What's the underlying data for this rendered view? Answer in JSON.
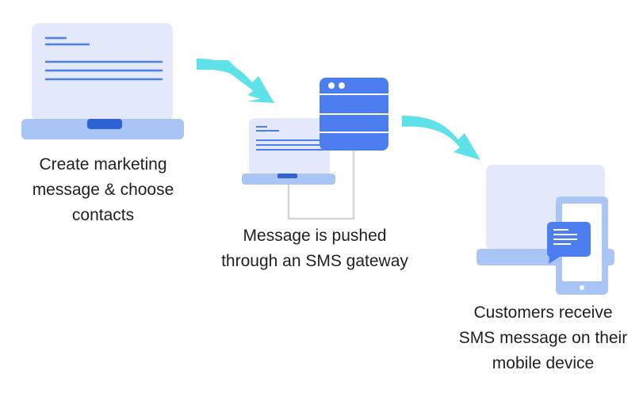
{
  "steps": [
    {
      "caption": [
        "Create marketing",
        "message & choose",
        "contacts"
      ]
    },
    {
      "caption": [
        "Message is pushed",
        "through an SMS gateway"
      ]
    },
    {
      "caption": [
        "Customers receive",
        "SMS message on their",
        "mobile device"
      ]
    }
  ],
  "colors": {
    "screen_light": "#e3e9fb",
    "screen_frame": "#a9c5f6",
    "accent_blue": "#4d7ef0",
    "dark_blue": "#2f63d3",
    "arrow": "#5fe1ea",
    "connector": "#d5d5d5"
  },
  "icons": [
    "laptop-icon",
    "arrow-icon",
    "server-icon",
    "laptop-icon",
    "arrow-icon",
    "laptop-icon",
    "phone-icon",
    "chat-bubble-icon"
  ]
}
